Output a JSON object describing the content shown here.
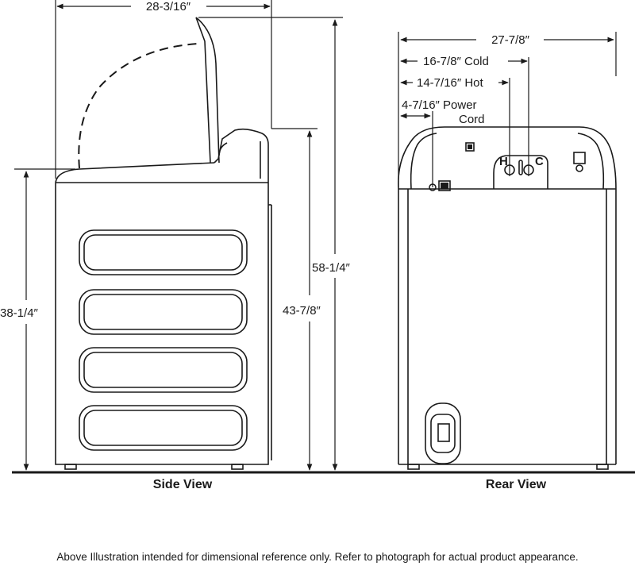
{
  "side_view": {
    "caption": "Side View",
    "depth_lid_open": "28-3/16″",
    "height_lid_closed": "38-1/4″",
    "height_to_console": "43-7/8″",
    "height_lid_open": "58-1/4″"
  },
  "rear_view": {
    "caption": "Rear View",
    "width": "27-7/8″",
    "cold_inlet": "16-7/8″ Cold",
    "hot_inlet": "14-7/16″ Hot",
    "power_cord_line1": "4-7/16″ Power",
    "power_cord_line2": "Cord",
    "hot_marker": "H",
    "cold_marker": "C"
  },
  "footnote": "Above Illustration intended for dimensional reference only. Refer to photograph for actual product appearance.",
  "colors": {
    "line": "#1a1a1a",
    "background": "#ffffff"
  }
}
